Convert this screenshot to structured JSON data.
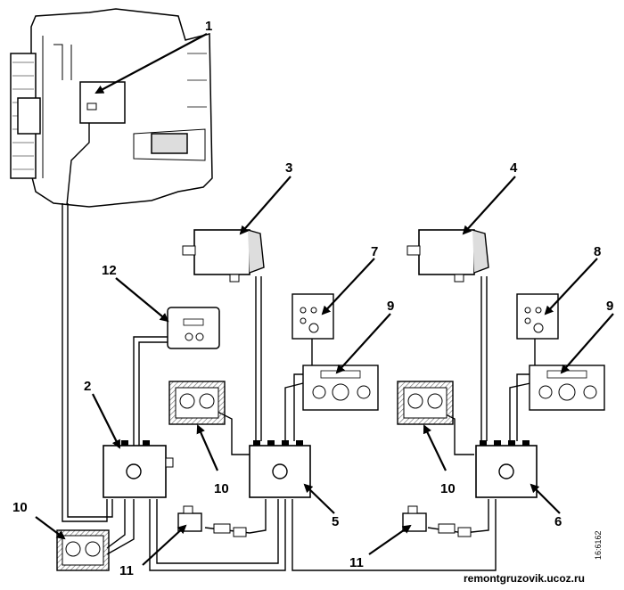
{
  "callouts": {
    "c1": "1",
    "c2": "2",
    "c3": "3",
    "c4": "4",
    "c5": "5",
    "c6": "6",
    "c7": "7",
    "c8": "8",
    "c9a": "9",
    "c9b": "9",
    "c10a": "10",
    "c10b": "10",
    "c10c": "10",
    "c11a": "11",
    "c11b": "11",
    "c12": "12"
  },
  "figure_code": "16:6162",
  "watermark": "remontgruzovik.ucoz.ru"
}
